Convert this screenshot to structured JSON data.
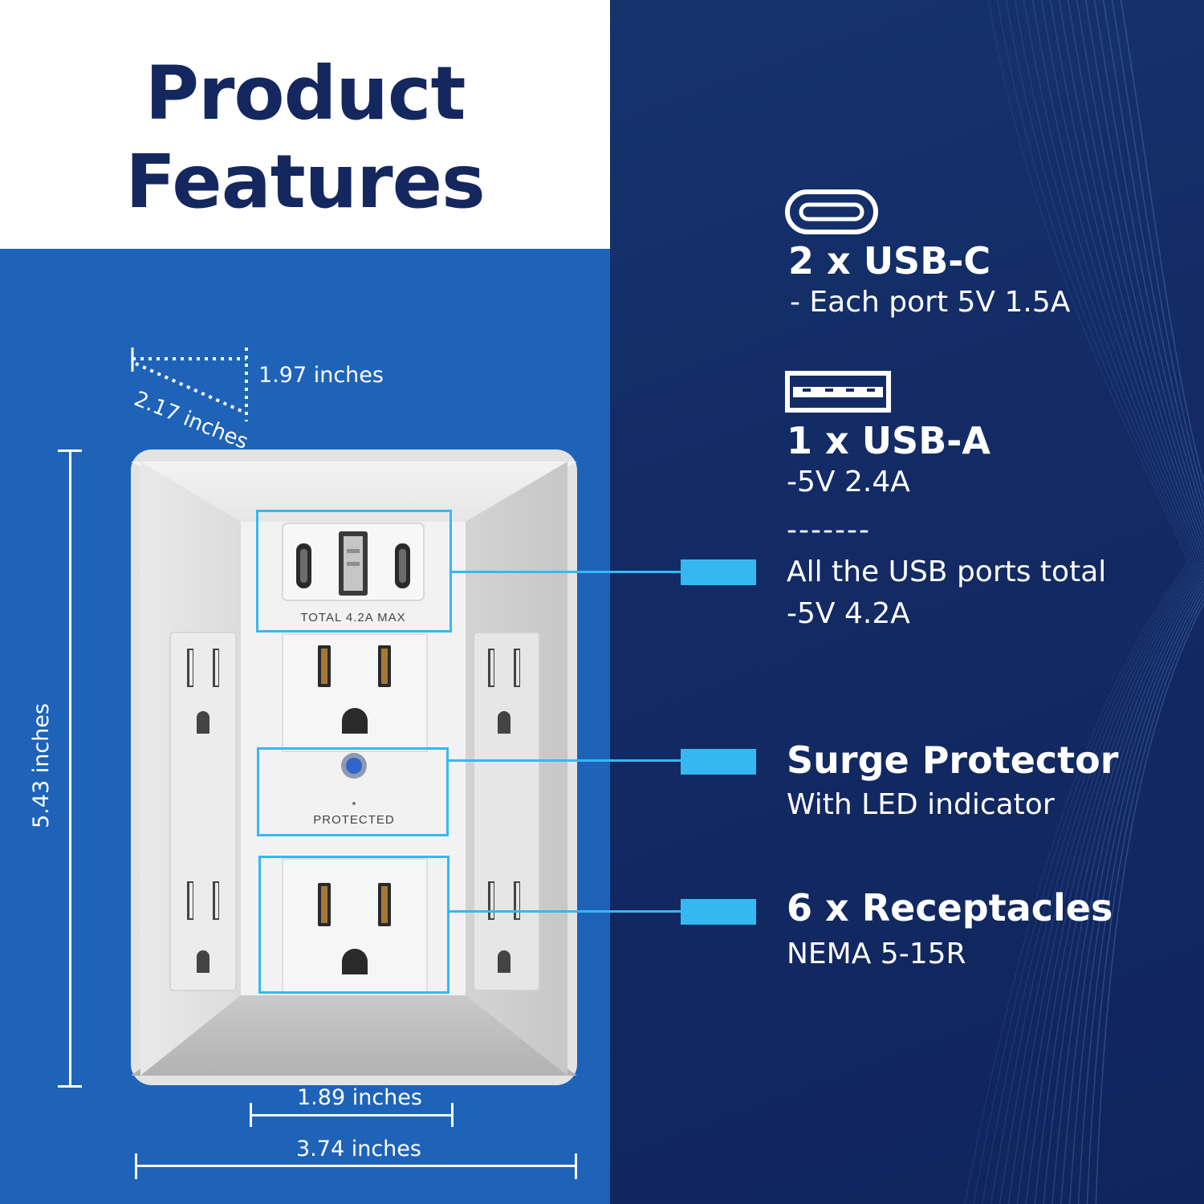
{
  "title": {
    "line1": "Product",
    "line2": "Features"
  },
  "colors": {
    "title_text": "#14275f",
    "left_panel": "#1e63b8",
    "right_panel": "#132a64",
    "accent": "#35b8f2"
  },
  "dimensions": {
    "depth_top": "1.97 inches",
    "depth_diag": "2.17 inches",
    "height": "5.43 inches",
    "inner_width": "1.89 inches",
    "outer_width": "3.74 inches"
  },
  "device": {
    "usb_label": "TOTAL 4.2A MAX",
    "protect_label": "PROTECTED"
  },
  "features": {
    "usb_c": {
      "icon": "usb-c-icon",
      "heading": "2 x USB-C",
      "detail": "- Each port 5V 1.5A"
    },
    "usb_a": {
      "icon": "usb-a-icon",
      "heading": "1 x USB-A",
      "detail": "-5V 2.4A",
      "separator": "-------",
      "total_line1": "All the USB ports total",
      "total_line2": "-5V 4.2A"
    },
    "surge": {
      "heading": "Surge Protector",
      "detail": "With LED indicator"
    },
    "receptacles": {
      "heading": "6 x Receptacles",
      "detail": "NEMA 5-15R"
    }
  }
}
